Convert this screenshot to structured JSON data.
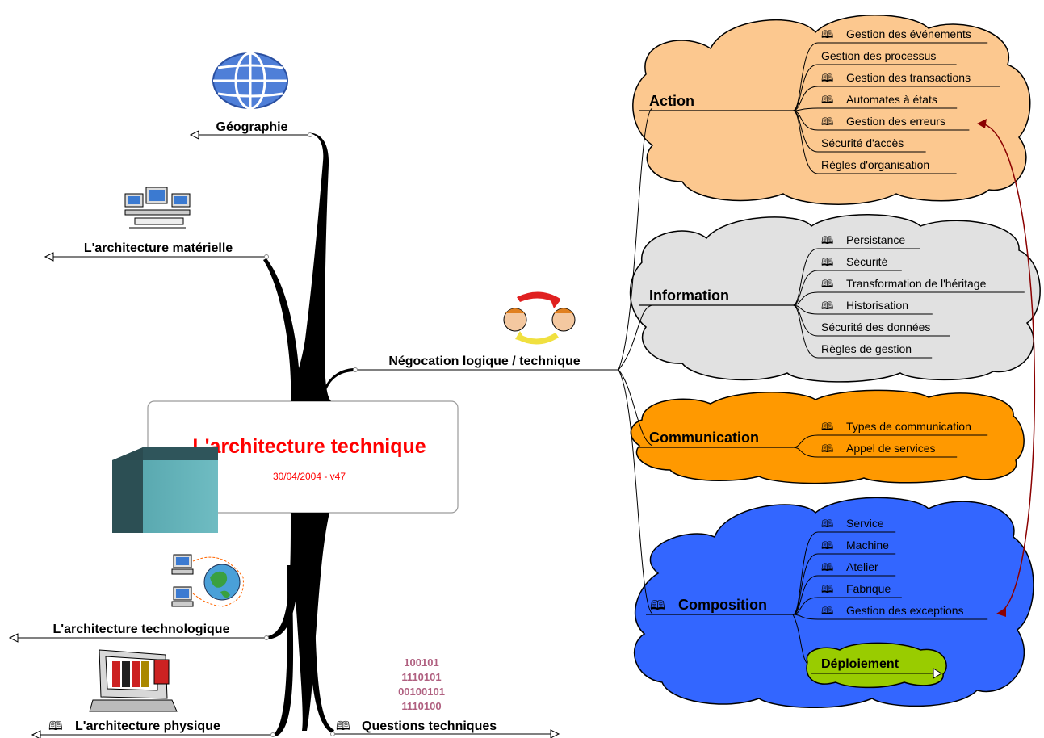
{
  "central": {
    "title": "L'architecture technique",
    "version": "30/04/2004 - v47",
    "title_color": "#ff0000"
  },
  "left_branches": [
    {
      "id": "geographie",
      "label": "Géographie",
      "icon": "globe-icon",
      "has_book": false
    },
    {
      "id": "materielle",
      "label": "L'architecture matérielle",
      "icon": "workstations-icon",
      "has_book": false
    },
    {
      "id": "technologique",
      "label": "L'architecture technologique",
      "icon": "network-globe-icon",
      "has_book": false
    },
    {
      "id": "physique",
      "label": "L'architecture physique",
      "icon": "computer-monitor-icon",
      "has_book": true
    }
  ],
  "bottom_branch": {
    "label": "Questions techniques",
    "has_book": true,
    "binary_lines": [
      "100101",
      "1110101",
      "00100101",
      "1110100"
    ]
  },
  "negotiation": {
    "label": "Négocation logique / technique",
    "icon": "two-people-cycle-icon"
  },
  "clouds": [
    {
      "id": "action",
      "title": "Action",
      "color": "#fcc88f",
      "title_has_book": false,
      "items": [
        {
          "label": "Gestion des événements",
          "book": true
        },
        {
          "label": "Gestion des processus",
          "book": false
        },
        {
          "label": "Gestion des transactions",
          "book": true
        },
        {
          "label": "Automates à états",
          "book": true
        },
        {
          "label": "Gestion des erreurs",
          "book": true
        },
        {
          "label": "Sécurité d'accès",
          "book": false
        },
        {
          "label": "Règles d'organisation",
          "book": false
        }
      ]
    },
    {
      "id": "information",
      "title": "Information",
      "color": "#e1e1e1",
      "title_has_book": false,
      "items": [
        {
          "label": "Persistance",
          "book": true
        },
        {
          "label": "Sécurité",
          "book": true
        },
        {
          "label": "Transformation de l'héritage",
          "book": true
        },
        {
          "label": "Historisation",
          "book": true
        },
        {
          "label": "Sécurité des données",
          "book": false
        },
        {
          "label": "Règles de gestion",
          "book": false
        }
      ]
    },
    {
      "id": "communication",
      "title": "Communication",
      "color": "#ff9900",
      "title_has_book": false,
      "items": [
        {
          "label": "Types de communication",
          "book": true
        },
        {
          "label": "Appel de services",
          "book": true
        }
      ]
    },
    {
      "id": "composition",
      "title": "Composition",
      "color": "#3366ff",
      "title_has_book": true,
      "items": [
        {
          "label": "Service",
          "book": true
        },
        {
          "label": "Machine",
          "book": true
        },
        {
          "label": "Atelier",
          "book": true
        },
        {
          "label": "Fabrique",
          "book": true
        },
        {
          "label": "Gestion des exceptions",
          "book": true
        }
      ],
      "sub_node": {
        "label": "Déploiement",
        "color": "#99cc00"
      }
    }
  ],
  "relation_color": "#8b0000",
  "book_glyph": "🕮"
}
